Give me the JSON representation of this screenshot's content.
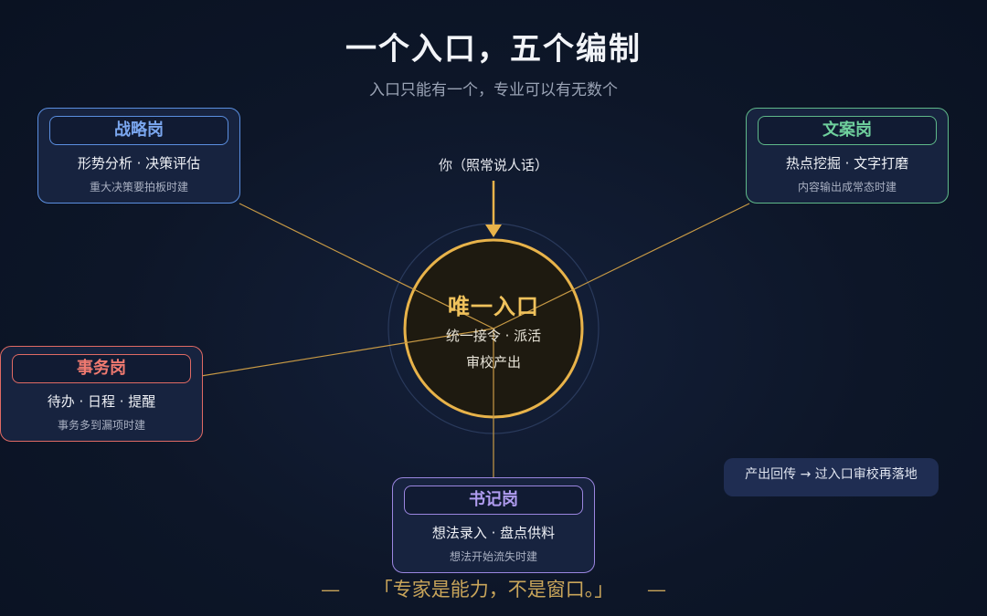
{
  "title": "一个入口，五个编制",
  "subtitle": "入口只能有一个，专业可以有无数个",
  "user_label": "你（照常说人话）",
  "hub": {
    "title": "唯一入口",
    "line1": "统一接令 · 派活",
    "line2": "审校产出"
  },
  "cards": {
    "strategy": {
      "name": "战略岗",
      "duties": "形势分析 · 决策评估",
      "when": "重大决策要拍板时建"
    },
    "copywriting": {
      "name": "文案岗",
      "duties": "热点挖掘 · 文字打磨",
      "when": "内容输出成常态时建"
    },
    "affairs": {
      "name": "事务岗",
      "duties": "待办 · 日程 · 提醒",
      "when": "事务多到漏项时建"
    },
    "secretary": {
      "name": "书记岗",
      "duties": "想法录入 · 盘点供料",
      "when": "想法开始流失时建"
    }
  },
  "return_note": "产出回传 → 过入口审校再落地",
  "quote": {
    "dash_left": "—",
    "text": "「专家是能力，不是窗口。」",
    "dash_right": "—"
  },
  "colors": {
    "hub_gold": "#e8b34a",
    "strategy": "#5b8fe0",
    "copywriting": "#5fb98a",
    "affairs": "#e06a64",
    "secretary": "#9b86e0"
  }
}
